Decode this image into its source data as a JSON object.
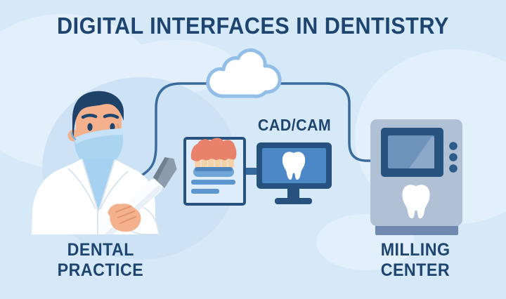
{
  "title": "DIGITAL INTERFACES IN DENTISTRY",
  "labels": {
    "cadcam": "CAD/CAM",
    "dental_line1": "DENTAL",
    "dental_line2": "PRACTICE",
    "milling_line1": "MILLING",
    "milling_line2": "CENTER"
  },
  "diagram": {
    "nodes": [
      {
        "id": "dental-practice",
        "label": "DENTAL PRACTICE"
      },
      {
        "id": "cad-cam",
        "label": "CAD/CAM"
      },
      {
        "id": "milling-center",
        "label": "MILLING CENTER"
      }
    ],
    "edges": [
      {
        "from": "dental-practice",
        "to": "cloud"
      },
      {
        "from": "cloud",
        "to": "milling-center"
      },
      {
        "from": "dental-scan-document",
        "to": "cad-monitor"
      }
    ],
    "hub": "cloud"
  },
  "icons": {
    "cloud": "cloud-icon",
    "monitor_tooth": "tooth-icon",
    "machine_tooth": "tooth-icon",
    "scan_document": "dental-scan-document-icon",
    "scanner": "intraoral-scanner-icon"
  },
  "colors": {
    "background": "#D6E9F8",
    "blob_light": "#E3F0FB",
    "blob_mid": "#CDE3F5",
    "text_navy": "#1D4570",
    "connector_line": "#3A6B9D",
    "cloud_outline": "#92BEE7",
    "panel_navy": "#27527F",
    "monitor_screen": "#4C87C7",
    "machine_body": "#B0C1D6",
    "machine_screen": "#6E93BC",
    "machine_screen_highlight": "#8CA8C8",
    "machine_base": "#7089B1",
    "machine_buttons": "#2E5A8C",
    "gum_coral": "#E8826A",
    "teeth_peach": "#F7D2A6",
    "jaw_base_blue": "#6FA6D8",
    "text_bar_blue": "#5E97CF",
    "skin": "#F4B18E",
    "hair": "#1F4269",
    "mask": "#ABD4F1",
    "shirt": "#A7D1F0",
    "coat": "#FFFFFF",
    "scanner_tip": "#8C9CAC"
  }
}
